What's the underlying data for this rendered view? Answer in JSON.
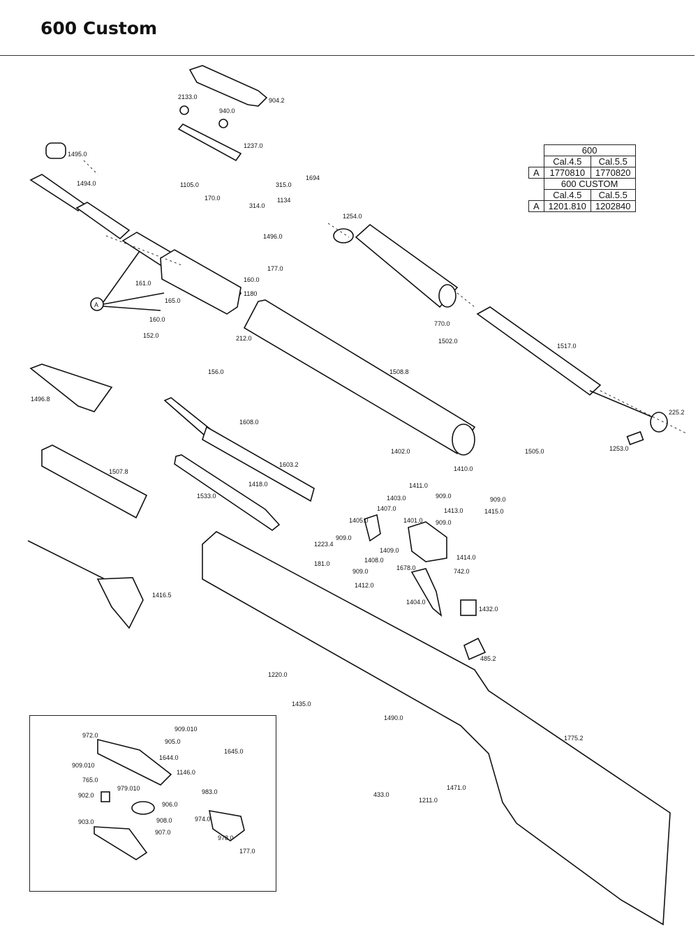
{
  "title": "600 Custom",
  "table": {
    "model_600": "600",
    "model_600_custom": "600 CUSTOM",
    "cal_45": "Cal.4.5",
    "cal_55": "Cal.5.5",
    "row_label": "A",
    "600_45": "1770810",
    "600_55": "1770820",
    "custom_45": "1201.810",
    "custom_55": "1202840"
  },
  "callout": "A",
  "parts": [
    "904.2",
    "2133.0",
    "940.0",
    "1237.0",
    "1495.0",
    "1494.0",
    "1105.0",
    "170.0",
    "315.0",
    "1694",
    "314.0",
    "1134",
    "1496.0",
    "177.0",
    "1254.0",
    "160.0",
    "1180",
    "161.0",
    "165.0",
    "160.0",
    "212.0",
    "152.0",
    "156.0",
    "1496.8",
    "770.0",
    "1502.0",
    "1508.8",
    "1517.0",
    "225.2",
    "1253.0",
    "1608.0",
    "1603.2",
    "1507.8",
    "1418.0",
    "1533.0",
    "1505.0",
    "1402.0",
    "1410.0",
    "1411.0",
    "909.0",
    "1403.0",
    "1407.0",
    "1413.0",
    "909.0",
    "1415.0",
    "1405.0",
    "1401.0",
    "909.0",
    "909.0",
    "1409.0",
    "1408.0",
    "909.0",
    "1678.0",
    "1414.0",
    "742.0",
    "1412.0",
    "1404.0",
    "1432.0",
    "1416.5",
    "1223.4",
    "181.0",
    "485.2",
    "1220.0",
    "1435.0",
    "1490.0",
    "1775.2",
    "433.0",
    "1471.0",
    "1211.0",
    "972.0",
    "909.010",
    "905.0",
    "1645.0",
    "1644.0",
    "1146.0",
    "909.010",
    "765.0",
    "979.010",
    "902.0",
    "983.0",
    "906.0",
    "908.0",
    "907.0",
    "903.0",
    "974.0",
    "978.0",
    "177.0"
  ]
}
